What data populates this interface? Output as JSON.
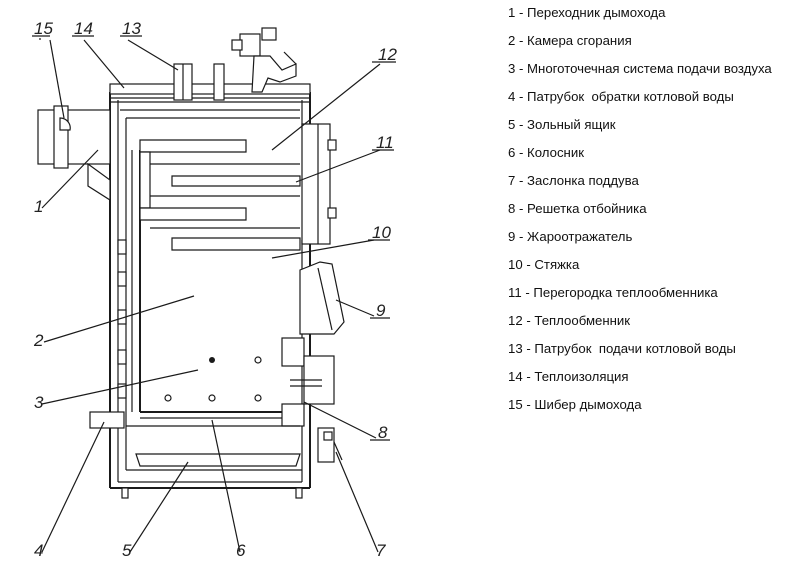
{
  "callout_numbers": [
    "15",
    "14",
    "13",
    "12",
    "11",
    "10",
    "9",
    "8",
    "1",
    "2",
    "3",
    "4",
    "5",
    "6",
    "7"
  ],
  "legend": [
    "1 - Переходник дымохода",
    "2 - Камера сгорания",
    "3 - Многоточечная система подачи воздуха",
    "4 - Патрубок  обратки котловой воды",
    "5 - Зольный ящик",
    "6 - Колосник",
    "7 - Заслонка поддува",
    "8 - Решетка отбойника",
    "9 - Жароотражатель",
    "10 - Стяжка",
    "11 - Перегородка теплообменника",
    "12 - Теплообменник",
    "13 - Патрубок  подачи котловой воды",
    "14 - Теплоизоляция",
    "15 - Шибер дымохода"
  ]
}
